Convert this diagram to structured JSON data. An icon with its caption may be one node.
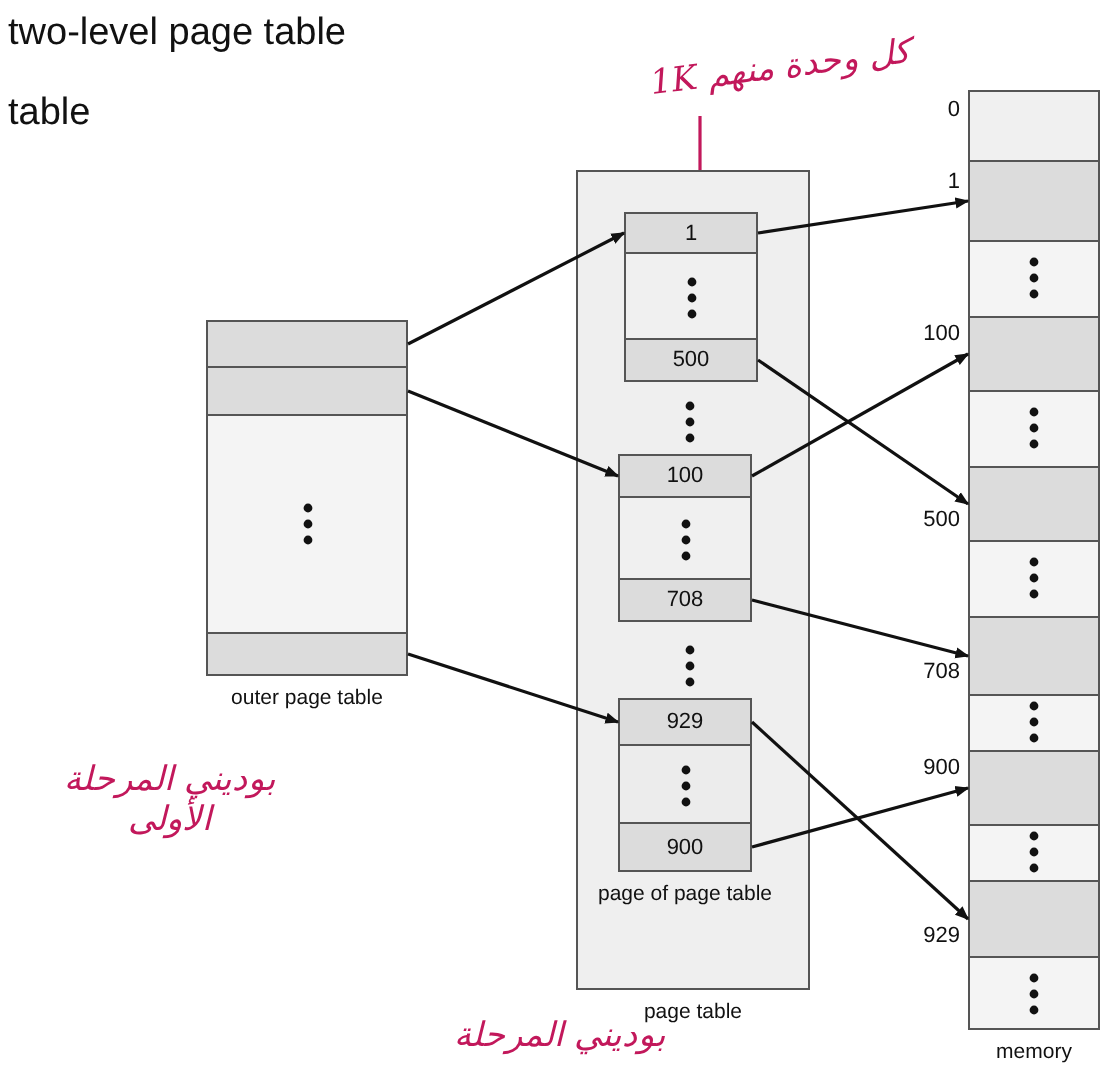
{
  "diagram": {
    "title": "two-level page table",
    "nodes": [
      {
        "text": [
          "كل وحدة منهم 1K"
        ]
      },
      {
        "text": [
          "page table"
        ]
      },
      {
        "text": [],
        "shape": "box",
        "in": 1
      },
      {
        "text": [
          "1"
        ],
        "in": 2
      },
      {
        "text": [
          "500"
        ],
        "in": 2
      },
      {
        "text": [],
        "shape": "box",
        "in": 1
      },
      {
        "text": [
          "100"
        ],
        "in": 5
      },
      {
        "text": [
          "708"
        ],
        "in": 5
      },
      {
        "text": [
          "page of page table"
        ],
        "in": 1
      },
      {
        "text": [
          "929"
        ],
        "in": 8
      },
      {
        "text": [
          "900"
        ],
        "in": 8
      },
      {
        "text": [
          "outer page table"
        ]
      },
      {
        "text": [],
        "shape": "box",
        "in": 11
      },
      {
        "text": [],
        "shape": "box",
        "in": 11
      },
      {
        "text": [],
        "shape": "box",
        "in": 11
      },
      {
        "text": [
          "memory"
        ]
      },
      {
        "text": [],
        "shape": "box",
        "in": 15,
        "beside": [
          "0"
        ]
      },
      {
        "text": [],
        "shape": "box",
        "in": 15,
        "beside": [
          "1"
        ]
      },
      {
        "text": [],
        "shape": "box",
        "in": 15,
        "beside": [
          "100"
        ]
      },
      {
        "text": [],
        "shape": "box",
        "in": 15,
        "beside": [
          "500"
        ]
      },
      {
        "text": [],
        "shape": "box",
        "in": 15,
        "beside": [
          "708"
        ]
      },
      {
        "text": [],
        "shape": "box",
        "in": 15,
        "beside": [
          "900"
        ]
      },
      {
        "text": [],
        "shape": "box",
        "in": 15,
        "beside": [
          "929"
        ]
      }
    ],
    "edges": [
      {
        "from": 0,
        "to": 1,
        "arrow": "none",
        "color": "#c2185b"
      },
      {
        "from": 12,
        "to": 3,
        "arrow": "to"
      },
      {
        "from": 13,
        "to": 6,
        "arrow": "to"
      },
      {
        "from": 14,
        "to": 9,
        "arrow": "to"
      },
      {
        "from": 3,
        "to": 17,
        "arrow": "to"
      },
      {
        "from": 4,
        "to": 19,
        "arrow": "to"
      },
      {
        "from": 6,
        "to": 18,
        "arrow": "to"
      },
      {
        "from": 7,
        "to": 20,
        "arrow": "to"
      },
      {
        "from": 9,
        "to": 22,
        "arrow": "to"
      },
      {
        "from": 10,
        "to": 21,
        "arrow": "to"
      }
    ],
    "labels": [
      "table",
      "بوديني المرحلة الأولى",
      "بوديني المرحلة"
    ]
  }
}
